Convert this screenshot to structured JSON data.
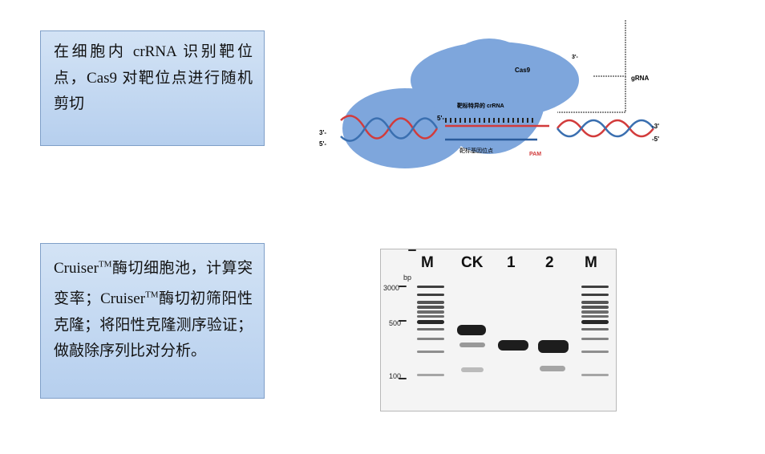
{
  "box1": {
    "text": "在细胞内 crRNA 识别靶位点，Cas9 对靶位点进行随机剪切"
  },
  "box2": {
    "p1": "Cruiser",
    "tm": "TM",
    "p2": "酶切细胞池，计算突变率；Cruiser",
    "p3": "酶切初筛阳性克隆；将阳性克隆测序验证；做敲除序列比对分析。"
  },
  "diagram": {
    "cas9": "Cas9",
    "grna": "gRNA",
    "crrna": "靶标特异的 crRNA",
    "target": "靶标基因位点",
    "pam": "PAM",
    "left3": "3'-",
    "left5": "5'-",
    "right3": "-3'",
    "right5": "-5'",
    "five": "5'-",
    "three": "3'-",
    "colors": {
      "protein": "#7ea6dc",
      "strand_red": "#d23b3b",
      "strand_blue": "#3a6fb0"
    }
  },
  "gel": {
    "lanes": [
      "M",
      "CK",
      "1",
      "2",
      "M"
    ],
    "unit": "bp",
    "markers": [
      "3000",
      "500",
      "100"
    ]
  }
}
